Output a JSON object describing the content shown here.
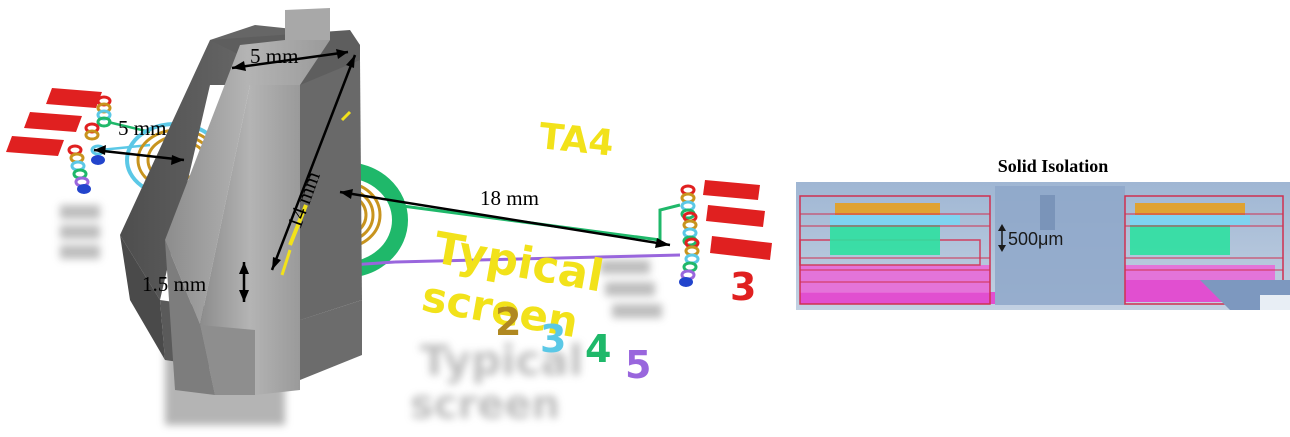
{
  "left_figure": {
    "dimensions": {
      "core_width": "5 mm",
      "pad_gap": "5 mm",
      "core_height": "14 mm",
      "spacing": "18 mm",
      "thickness": "1.5 mm"
    },
    "silkscreen": {
      "ta_label": "TA4",
      "typical_label": "Typical",
      "screen_label": "screen",
      "pin_labels": [
        "2",
        "3",
        "4",
        "5"
      ],
      "pin_right": "3"
    },
    "reflection_text": [
      "Typical",
      "screen"
    ]
  },
  "right_figure": {
    "title": "Solid Isolation",
    "gap_label": "500μm"
  },
  "colors": {
    "core_dark": "#5a5a5a",
    "core_light": "#9a9a9a",
    "copper": "#c8941e",
    "cyan": "#5bc8e6",
    "green": "#1fb86a",
    "purple": "#9966dd",
    "pad_red": "#e02020",
    "silkscreen_yellow": "#f2e21a"
  }
}
